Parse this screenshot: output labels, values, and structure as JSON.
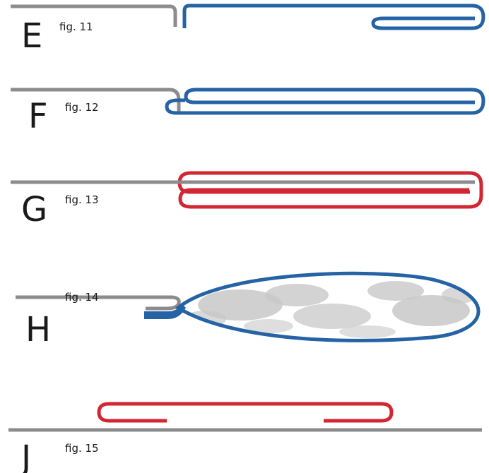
{
  "colors": {
    "gray": "#8c8c8c",
    "blue": "#2563a4",
    "red": "#d22632",
    "texture": "#c8c8c8",
    "text": "#1a1a1a"
  },
  "panels": [
    {
      "letter": "E",
      "caption": "fig. 11"
    },
    {
      "letter": "F",
      "caption": "fig. 12"
    },
    {
      "letter": "G",
      "caption": "fig. 13"
    },
    {
      "letter": "H",
      "caption": "fig. 14"
    },
    {
      "letter": "J",
      "caption": "fig. 15"
    }
  ]
}
